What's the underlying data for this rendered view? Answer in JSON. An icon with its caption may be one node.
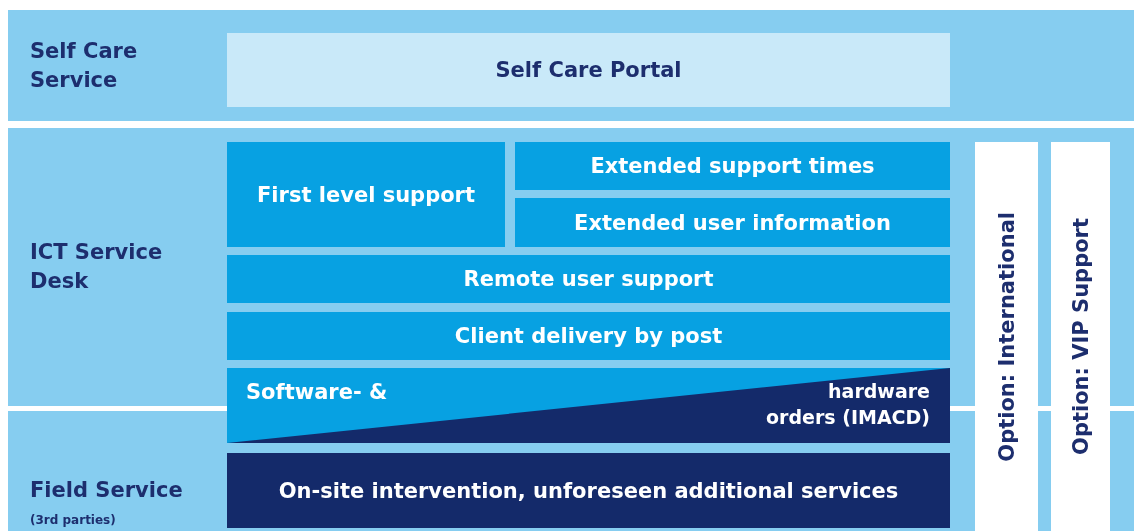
{
  "diagram": {
    "nodes": [
      {
        "text": [
          "Self Care Service"
        ]
      },
      {
        "text": [
          "Self Care Portal"
        ],
        "in": 0
      },
      {
        "text": [
          "ICT Service Desk"
        ]
      },
      {
        "text": [
          "First level support"
        ],
        "in": 2
      },
      {
        "text": [
          "Extended support times"
        ],
        "in": 2
      },
      {
        "text": [
          "Extended user information"
        ],
        "in": 2
      },
      {
        "text": [
          "Remote user support"
        ],
        "in": 2
      },
      {
        "text": [
          "Client delivery by post"
        ],
        "in": 2
      },
      {
        "text": [
          "Software- &",
          "hardware orders (IMACD)"
        ]
      },
      {
        "text": [
          "Field Service",
          "(3rd parties)"
        ]
      },
      {
        "text": [
          "On-site intervention, unforeseen additional services"
        ],
        "in": 9
      },
      {
        "text": [
          "Option: International"
        ]
      },
      {
        "text": [
          "Option: VIP Support"
        ]
      }
    ]
  }
}
